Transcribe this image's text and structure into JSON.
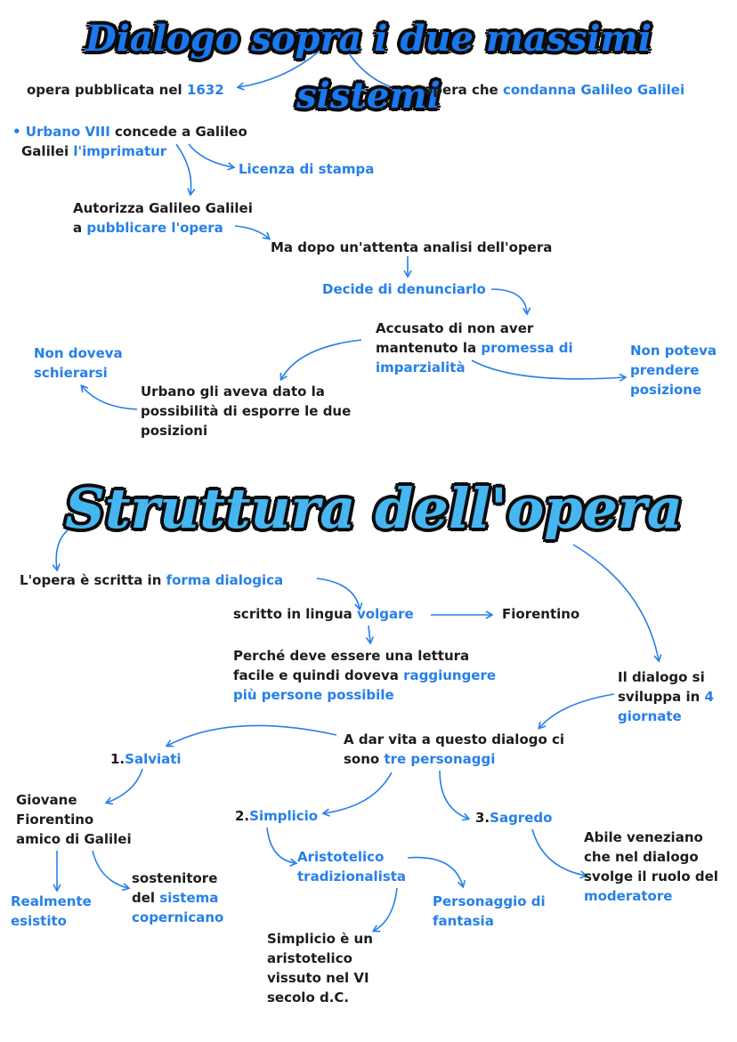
{
  "section1": {
    "title": "Dialogo sopra i due massimi sistemi",
    "published_pre": "opera pubblicata nel ",
    "published_year": "1632",
    "condemns_pre": "opera che ",
    "condemns_hl": "condanna Galileo Galilei",
    "urbano_hl": "• Urbano VIII",
    "urbano_txt": " concede a Galileo",
    "galilei_txt": "Galilei ",
    "imprimatur_hl": "l'imprimatur",
    "licenza_hl": "Licenza di stampa",
    "autorizza_1": "Autorizza Galileo Galilei",
    "autorizza_2_pre": "a ",
    "autorizza_2_hl": "pubblicare l'opera",
    "ma_dopo": "Ma dopo un'attenta analisi dell'opera",
    "decide_hl": "Decide di denunciarlo",
    "accusato_1": "Accusato di non aver",
    "accusato_2_pre": "mantenuto la ",
    "accusato_2_hl": "promessa di",
    "accusato_3_hl": "imparzialità",
    "non_doveva_1": "Non doveva",
    "non_doveva_2": "schierarsi",
    "non_poteva_1": "Non poteva",
    "non_poteva_2": "prendere",
    "non_poteva_3": "posizione",
    "urbano_gli_1": "Urbano gli aveva dato la",
    "urbano_gli_2": "possibilità di esporre le due",
    "urbano_gli_3": "posizioni"
  },
  "section2": {
    "title": "Struttura dell'opera",
    "scritta_pre": "L'opera è scritta in ",
    "scritta_hl": "forma dialogica",
    "lingua_pre": "scritto in lingua ",
    "lingua_hl": "volgare",
    "fiorentino": "Fiorentino",
    "perche_1": "Perché deve essere una lettura",
    "perche_2_pre": "facile e quindi doveva ",
    "perche_2_hl": "raggiungere",
    "perche_3_hl": "più persone possibile",
    "dialogo_1": "Il dialogo si",
    "dialogo_2_pre": "sviluppa in ",
    "dialogo_2_hl": "4",
    "dialogo_3_hl": "giornate",
    "personaggi_1": "A dar vita a questo dialogo ci",
    "personaggi_2_pre": "sono ",
    "personaggi_2_hl": "tre personaggi",
    "salviati_num": "1.",
    "salviati_hl": "Salviati",
    "simplicio_num": "2.",
    "simplicio_hl": "Simplicio",
    "sagredo_num": "3.",
    "sagredo_hl": "Sagredo",
    "giovane_1": "Giovane",
    "giovane_2": "Fiorentino",
    "giovane_3": "amico di Galilei",
    "realmente_1": "Realmente",
    "realmente_2": "esistito",
    "sostenitore_1": "sostenitore",
    "sostenitore_2_pre": "del ",
    "sostenitore_2_hl": "sistema",
    "sostenitore_3_hl": "copernicano",
    "aristotelico_1": "Aristotelico",
    "aristotelico_2": "tradizionalista",
    "fantasia_1": "Personaggio di",
    "fantasia_2": "fantasia",
    "simplicio_desc_1": "Simplicio è un",
    "simplicio_desc_2": "aristotelico",
    "simplicio_desc_3": "vissuto nel VI",
    "simplicio_desc_4": "secolo d.C.",
    "abile_1": "Abile veneziano",
    "abile_2": "che nel dialogo",
    "abile_3": "svolge il ruolo del",
    "abile_4": "moderatore"
  },
  "colors": {
    "accent": "#2680e8",
    "text": "#1c1c1c",
    "title_outline": "#0b0b0b"
  }
}
